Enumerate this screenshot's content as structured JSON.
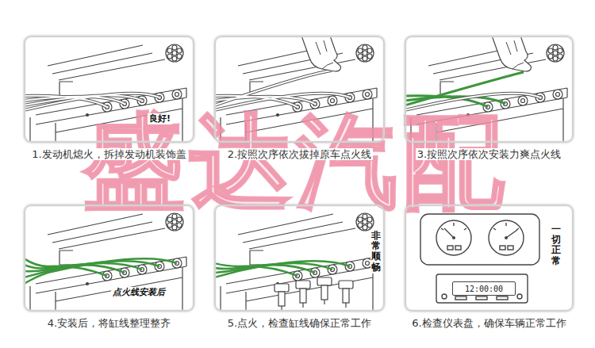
{
  "diagram": {
    "nodes": [
      {
        "text": [
          "良好!",
          "1.发动机熄火，拆掉发动机装饰盖"
        ]
      },
      {
        "text": [
          "2.按照次序依次拔掉原车点火线"
        ]
      },
      {
        "text": [
          "3.按照次序依次安装力爽点火线"
        ]
      },
      {
        "text": [
          "点火线安装后",
          "4.安装后，将缸线整理整齐"
        ]
      },
      {
        "text": [
          "非常顺畅",
          "5.点火，检查缸线确保正常工作"
        ]
      },
      {
        "text": [
          "一切正常",
          "6.检查仪表盘，确保车辆正常工作"
        ]
      },
      {
        "text": [
          "12:00:00"
        ],
        "in": 5
      }
    ],
    "labels": [
      "盛达汽配"
    ]
  }
}
